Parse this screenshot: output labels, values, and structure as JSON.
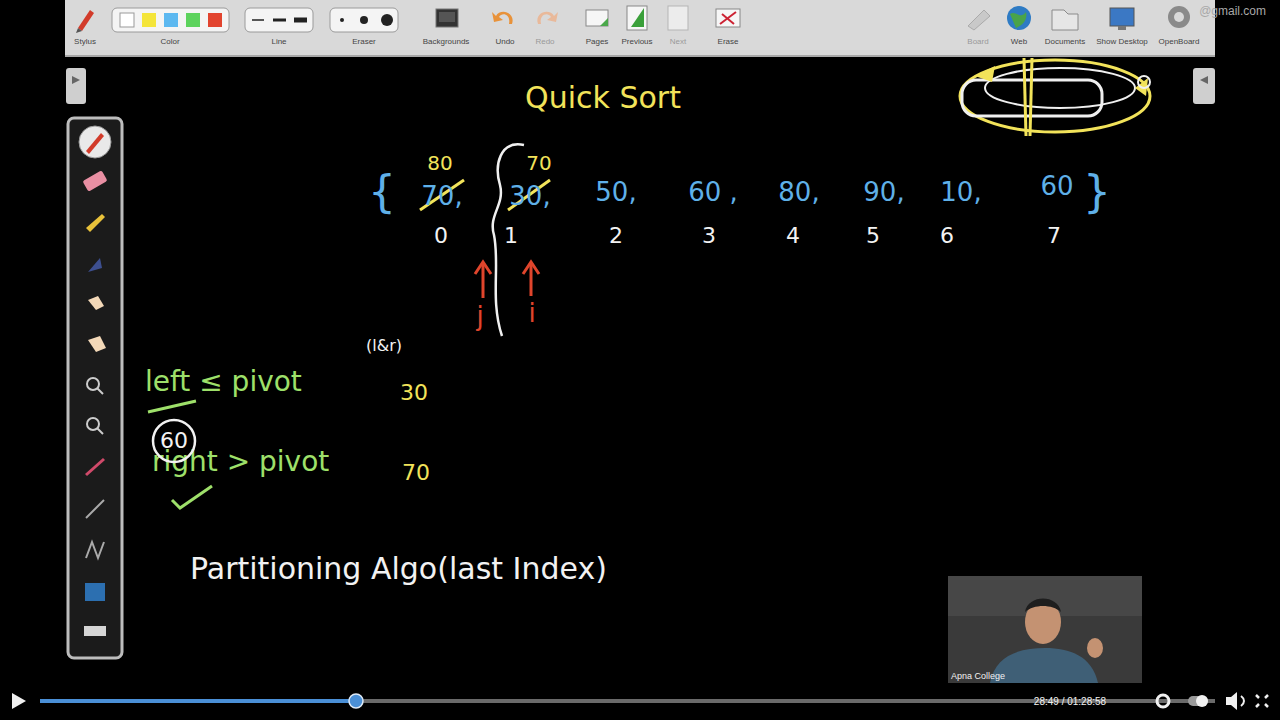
{
  "diagram": {
    "title": "Quick Sort",
    "nodes": [
      {
        "text": [
          "60"
        ]
      }
    ],
    "labels": [
      "Stylus",
      "Color",
      "Line",
      "Eraser",
      "Backgrounds",
      "Undo",
      "Redo",
      "Pages",
      "Previous",
      "Next",
      "Erase",
      "Board",
      "Web",
      "Documents",
      "Show Desktop",
      "OpenBoard",
      "@gmail.com",
      "{",
      "70,",
      "80",
      "30,",
      "70",
      "50,",
      "60 ,",
      "80,",
      "90,",
      "10,",
      "60",
      "}",
      "0",
      "1",
      "2",
      "3",
      "4",
      "5",
      "6",
      "7",
      "j",
      "i",
      "(l&r)",
      "left ≤ pivot",
      "30",
      "right > pivot",
      "70",
      "Partitioning Algo(last Index)",
      "Apna College",
      "28:49 / 01:28:58"
    ]
  }
}
